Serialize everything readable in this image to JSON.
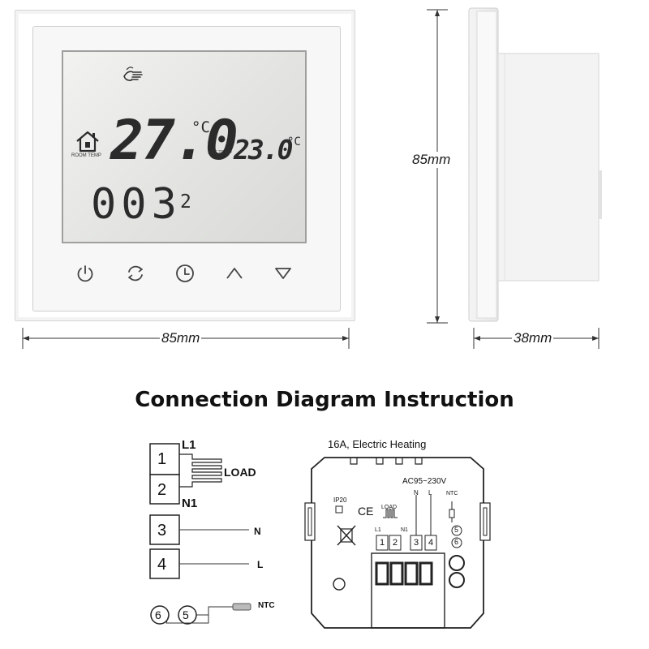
{
  "display": {
    "room_temp_value": "27.0",
    "room_unit": "°C",
    "room_temp_label": "ROOM TEMP",
    "set_temp_label": "SET TEMP",
    "set_temp_value": "23.0",
    "set_unit": "°C",
    "clock_value": "003",
    "period": "2"
  },
  "buttons": [
    "power",
    "mode",
    "clock",
    "up",
    "down"
  ],
  "icons": [
    "hand-icon",
    "house-icon",
    "power-icon",
    "cycle-icon",
    "clock-icon",
    "up-arrow-icon",
    "down-arrow-icon",
    "disposal-symbol-icon"
  ],
  "dimensions": {
    "front_width": "85mm",
    "height": "85mm",
    "depth": "38mm"
  },
  "section_title": "Connection Diagram Instruction",
  "wiring": {
    "terminals": [
      "1",
      "2",
      "3",
      "4"
    ],
    "l1": "L1",
    "n1": "N1",
    "load": "LOAD",
    "n": "N",
    "l": "L",
    "sensor_terminals": [
      "6",
      "5"
    ],
    "ntc": "NTC"
  },
  "back_view": {
    "rating": "16A, Electric Heating",
    "voltage": "AC95~230V",
    "ip": "IP20",
    "ce": "CE",
    "load": "LOAD",
    "l1": "L1",
    "n1": "N1",
    "n": "N",
    "l": "L",
    "ntc": "NTC",
    "terminals": [
      "1",
      "2",
      "3",
      "4"
    ],
    "sensor_terminals": [
      "5",
      "6"
    ]
  }
}
